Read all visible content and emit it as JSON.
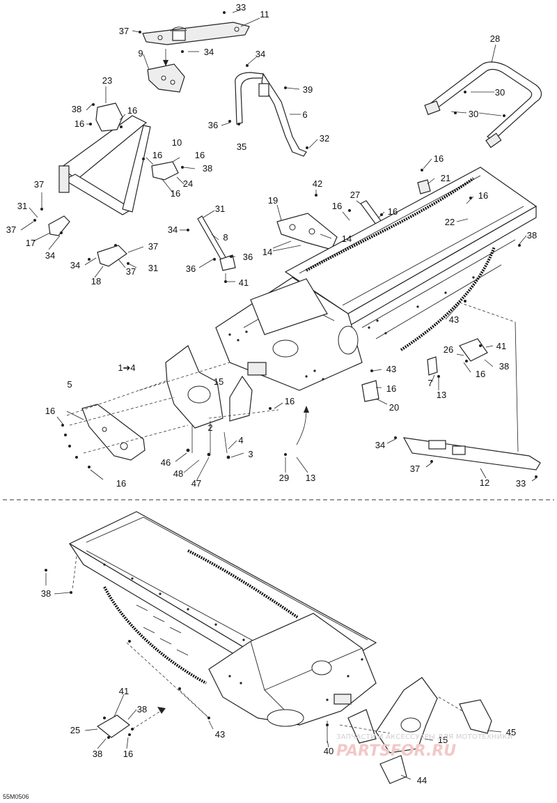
{
  "diagram": {
    "document_code": "55M0506",
    "group_note": "1➔4",
    "callouts": {
      "c2": "2",
      "c3": "3",
      "c4": "4",
      "c5": "5",
      "c6": "6",
      "c7": "7",
      "c8": "8",
      "c9": "9",
      "c10": "10",
      "c11": "11",
      "c12": "12",
      "c13": "13",
      "c14": "14",
      "c15": "15",
      "c16": "16",
      "c17": "17",
      "c18": "18",
      "c19": "19",
      "c20": "20",
      "c21": "21",
      "c22": "22",
      "c23": "23",
      "c24": "24",
      "c25": "25",
      "c26": "26",
      "c27": "27",
      "c28": "28",
      "c29": "29",
      "c30": "30",
      "c31": "31",
      "c32": "32",
      "c33": "33",
      "c34": "34",
      "c35": "35",
      "c36": "36",
      "c37": "37",
      "c38": "38",
      "c39": "39",
      "c40": "40",
      "c41": "41",
      "c42": "42",
      "c43": "43",
      "c44": "44",
      "c45": "45",
      "c46": "46",
      "c47": "47",
      "c48": "48"
    }
  },
  "watermark": {
    "tagline": "ЗАПЧАСТИ И АКСЕССУАРЫ ДЛЯ МОТОТЕХНИКИ",
    "logo": "PARTSFOR.RU"
  }
}
